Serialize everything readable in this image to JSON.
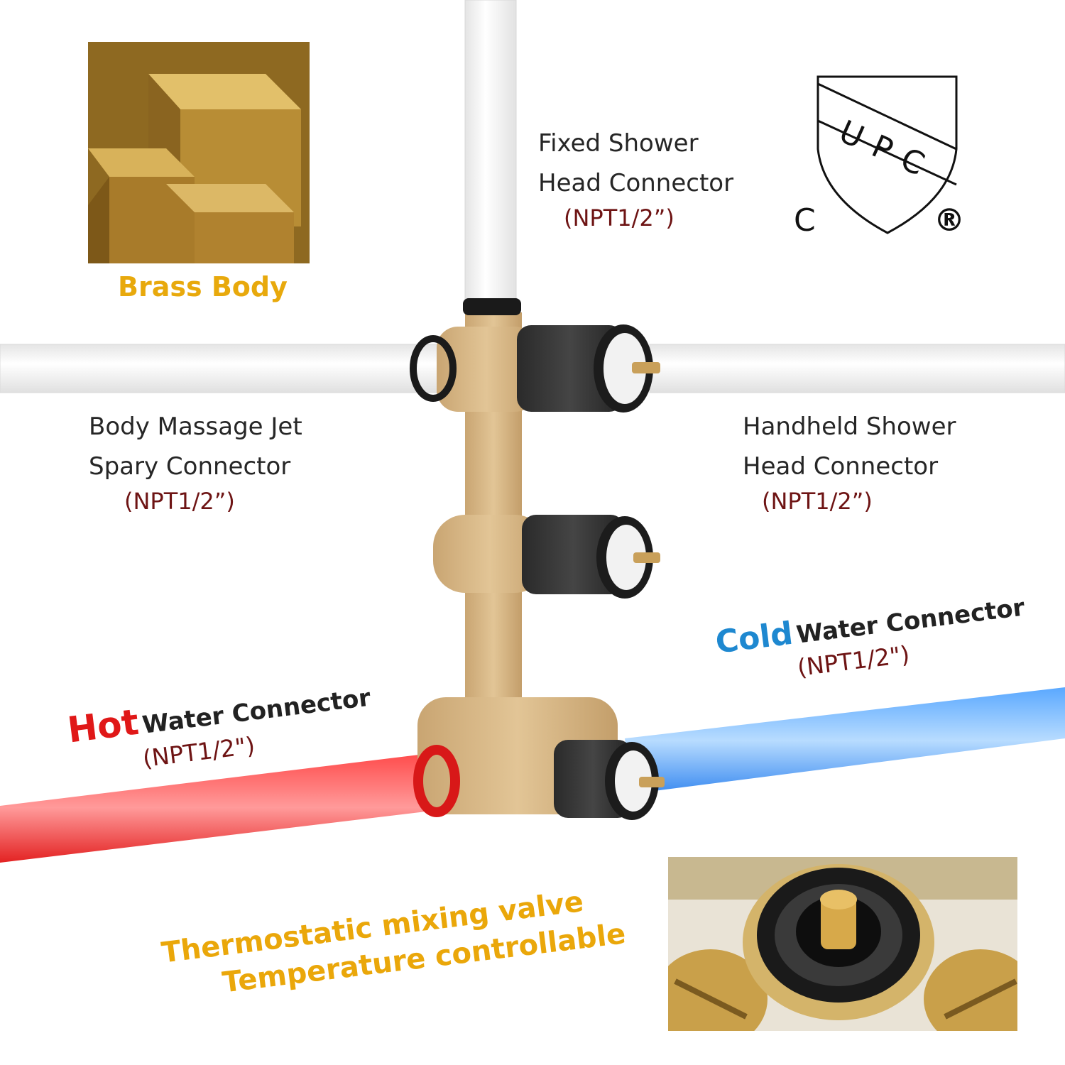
{
  "brass": {
    "title": "Brass Body"
  },
  "certification": {
    "mark": "UPC",
    "left": "C",
    "right": "®"
  },
  "fixed_connector": {
    "line1": "Fixed Shower",
    "line2": "Head Connector",
    "spec": "(NPT1/2”)"
  },
  "massage_connector": {
    "line1": "Body Massage Jet",
    "line2": "Spary Connector",
    "spec": "(NPT1/2”)"
  },
  "handheld_connector": {
    "line1": "Handheld Shower",
    "line2": "Head Connector",
    "spec": "(NPT1/2”)"
  },
  "cold_connector": {
    "emph": "Cold",
    "rest": "Water Connector",
    "spec": "(NPT1/2\")"
  },
  "hot_connector": {
    "emph": "Hot",
    "rest": "Water Connector",
    "spec": "(NPT1/2\")"
  },
  "feature": {
    "line1": "Thermostatic mixing valve",
    "line2": "Temperature controllable"
  },
  "colors": {
    "brass_text": "#e8a90c",
    "hot": "#e01818",
    "cold": "#1e88d0",
    "spec": "#6e1414",
    "valve_body": "#d4b384"
  },
  "icons": {
    "brass_photo": "brass-bars-image",
    "cartridge_photo": "valve-cartridge-image",
    "logo": "upc-shield-logo"
  }
}
